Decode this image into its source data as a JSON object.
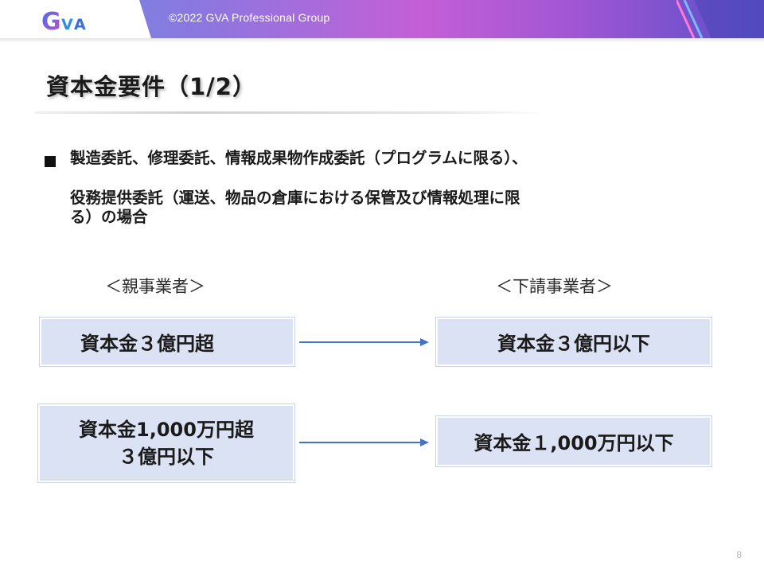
{
  "header": {
    "copyright": "©2022 GVA Professional Group",
    "logo_text": "GVA",
    "colors": {
      "gradient_start": "#6a8fe0",
      "gradient_mid": "#c45fd6",
      "gradient_end": "#5a4fc8"
    }
  },
  "slide": {
    "title": "資本金要件（1/2）",
    "bullet_lines": [
      "製造委託、修理委託、情報成果物作成委託（プログラムに限る）、",
      "役務提供委託（運送、物品の倉庫における保管及び情報処理に限",
      "る）の場合"
    ],
    "left_label": "＜親事業者＞",
    "right_label": "＜下請事業者＞",
    "rows": [
      {
        "parent": [
          "資本金３億円超"
        ],
        "sub": "資本金３億円以下"
      },
      {
        "parent": [
          "資本金1,000万円超",
          "３億円以下"
        ],
        "sub": "資本金１,000万円以下"
      }
    ],
    "page_number": "8"
  },
  "icons": {
    "bullet": "black-square-bullet",
    "arrow": "right-arrow"
  },
  "colors": {
    "box_fill": "#dbe2f3",
    "arrow": "#4472c4"
  }
}
